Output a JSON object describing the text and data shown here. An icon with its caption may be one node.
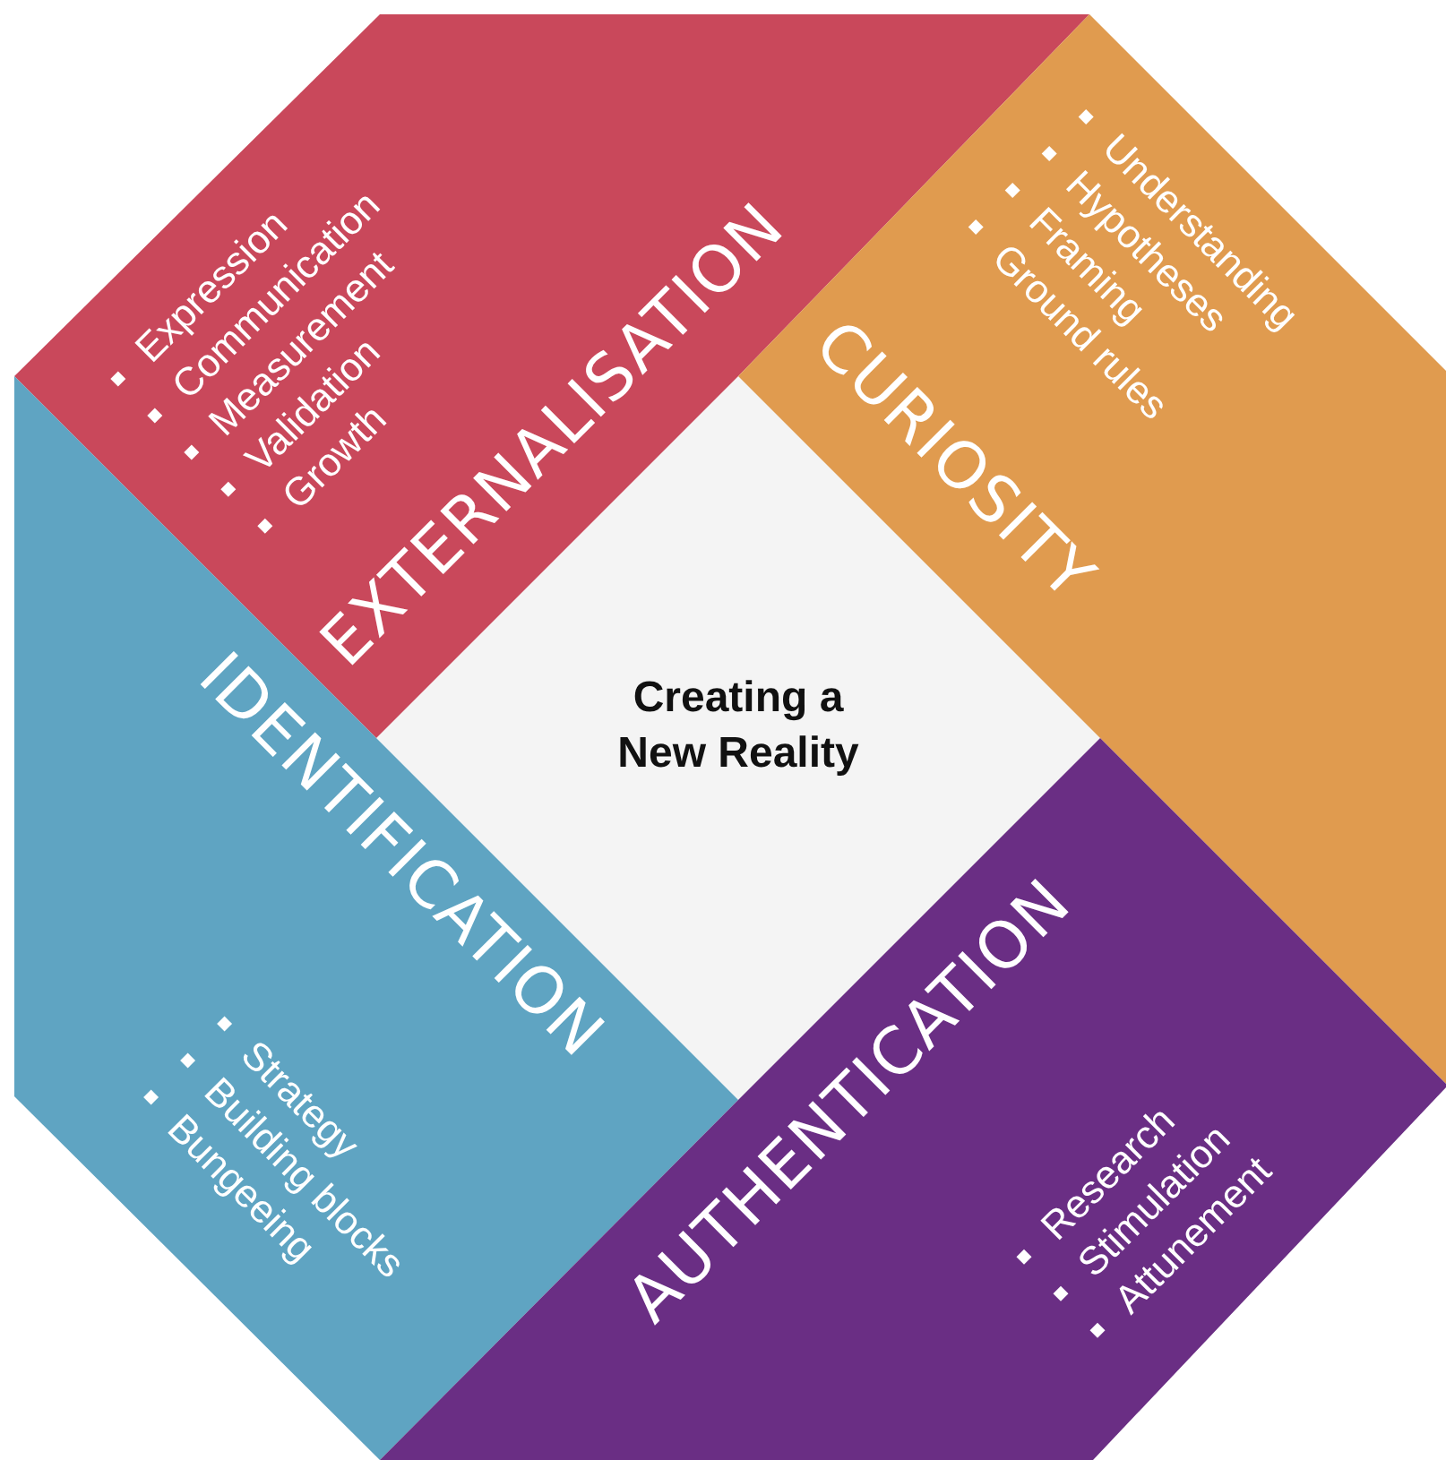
{
  "diagram": {
    "nodes": [
      {
        "text": [
          "Creating a New Reality"
        ]
      },
      {
        "text": [
          "EXTERNALISATION",
          "Expression",
          "Communication",
          "Measurement",
          "Validation",
          "Growth"
        ]
      },
      {
        "text": [
          "CURIOSITY",
          "Understanding",
          "Hypotheses",
          "Framing",
          "Ground rules"
        ]
      },
      {
        "text": [
          "IDENTIFICATION",
          "Strategy",
          "Building blocks",
          "Bungeeing"
        ]
      },
      {
        "text": [
          "AUTHENTICATION",
          "Research",
          "Stimulation",
          "Attunement"
        ]
      }
    ]
  }
}
